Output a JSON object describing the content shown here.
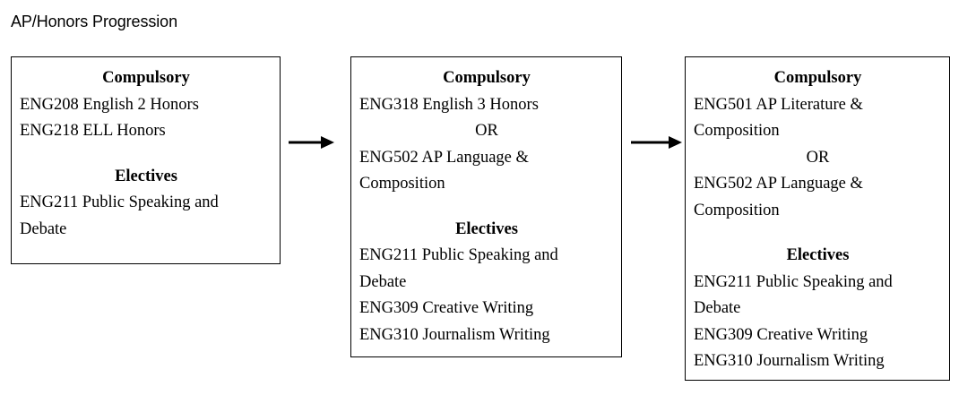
{
  "title": "AP/Honors Progression",
  "columns": [
    {
      "compulsory_heading": "Compulsory",
      "compulsory": [
        "ENG208 English 2 Honors",
        "ENG218 ELL Honors"
      ],
      "electives_heading": "Electives",
      "electives": [
        "ENG211 Public Speaking and",
        "Debate"
      ]
    },
    {
      "compulsory_heading": "Compulsory",
      "compulsory": [
        "ENG318 English 3 Honors",
        "OR",
        "ENG502 AP Language &",
        "Composition"
      ],
      "electives_heading": "Electives",
      "electives": [
        "ENG211 Public Speaking and",
        "Debate",
        "ENG309 Creative Writing",
        "ENG310 Journalism Writing"
      ]
    },
    {
      "compulsory_heading": "Compulsory",
      "compulsory": [
        "ENG501 AP Literature &",
        "Composition",
        "OR",
        "ENG502 AP Language &",
        "Composition"
      ],
      "electives_heading": "Electives",
      "electives": [
        "ENG211 Public Speaking and",
        "Debate",
        "ENG309 Creative Writing",
        "ENG310 Journalism Writing"
      ]
    }
  ],
  "colors": {
    "text": "#000000",
    "border": "#000000",
    "background": "#ffffff"
  },
  "icons": [
    "right-arrow-icon",
    "right-arrow-icon"
  ]
}
